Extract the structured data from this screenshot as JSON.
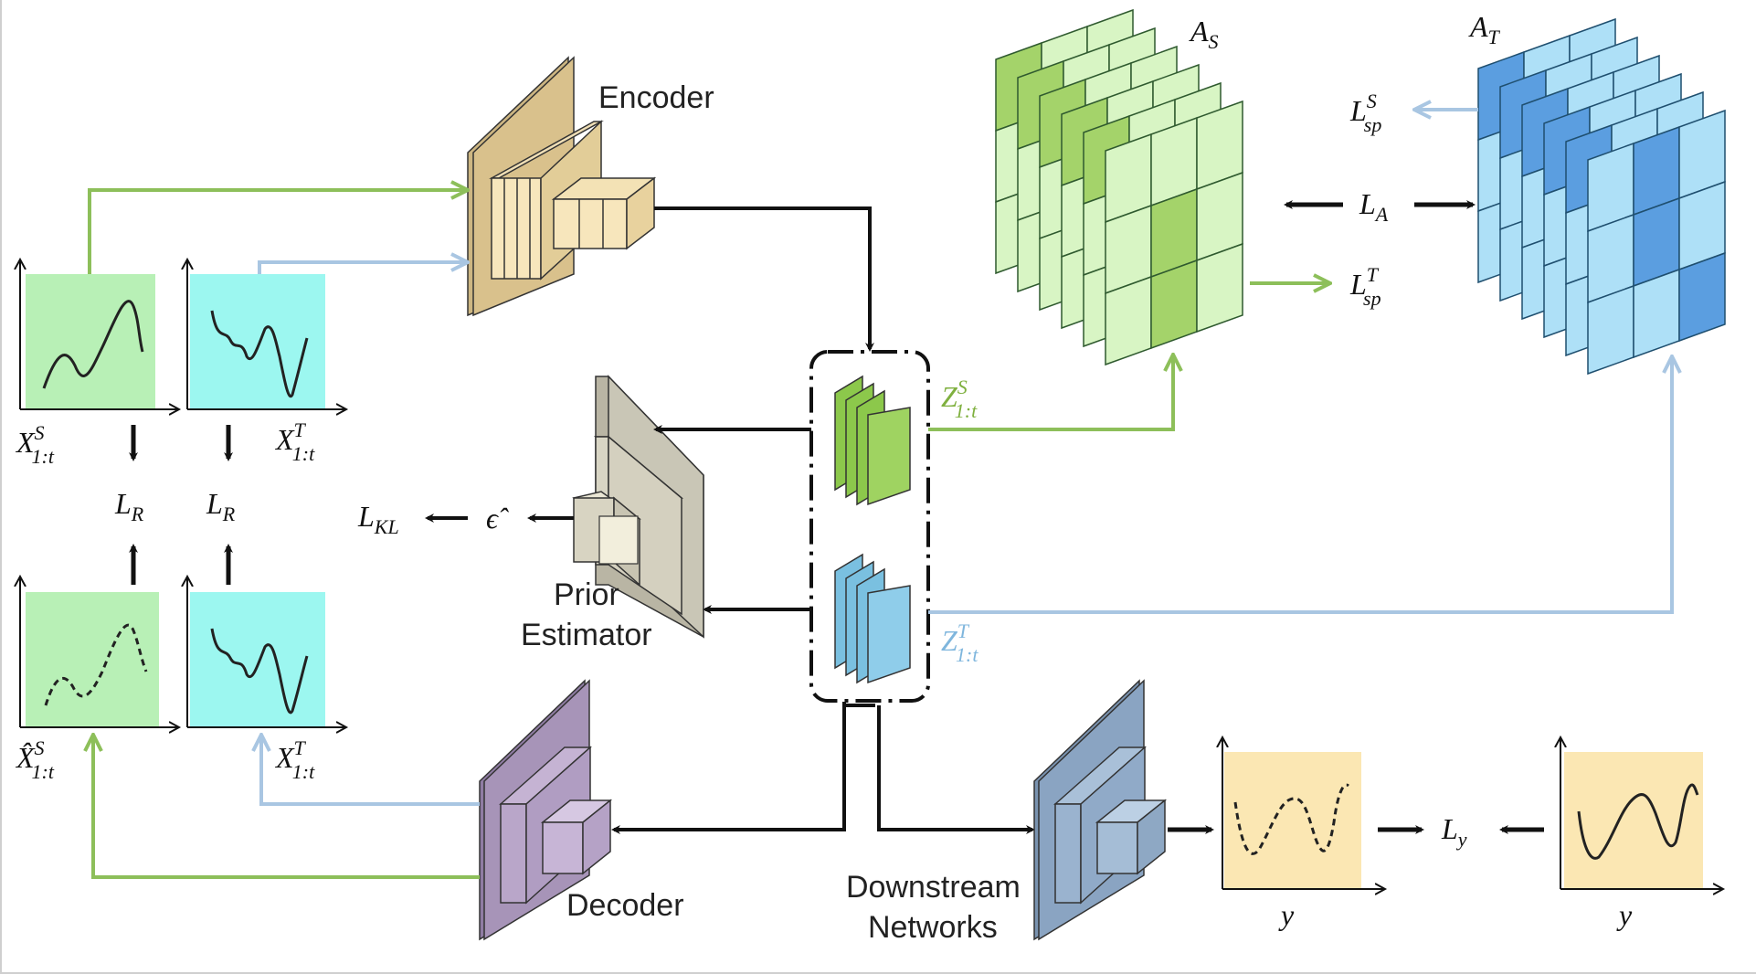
{
  "blocks": {
    "encoder": "Encoder",
    "prior_estimator_line1": "Prior",
    "prior_estimator_line2": "Estimator",
    "decoder": "Decoder",
    "downstream_line1": "Downstream",
    "downstream_line2": "Networks"
  },
  "math": {
    "x_source": {
      "base": "X",
      "sup": "S",
      "sub": "1:t"
    },
    "x_target": {
      "base": "X",
      "sup": "T",
      "sub": "1:t"
    },
    "x_source_hat": {
      "base": "X̂",
      "sup": "S",
      "sub": "1:t"
    },
    "x_target_recon": {
      "base": "X",
      "sup": "T",
      "sub": "1:t"
    },
    "loss_recon": {
      "base": "L",
      "sub": "R"
    },
    "loss_kl": {
      "base": "L",
      "sub": "KL"
    },
    "epsilon_hat": "ϵ̂",
    "z_source": {
      "base": "Z",
      "sup": "S",
      "sub": "1:t"
    },
    "z_target": {
      "base": "Z",
      "sup": "T",
      "sub": "1:t"
    },
    "a_source": {
      "base": "A",
      "sub": "S"
    },
    "a_target": {
      "base": "A",
      "sub": "T"
    },
    "loss_sp_source": {
      "base": "L",
      "sup": "S",
      "sub": "sp"
    },
    "loss_sp_target": {
      "base": "L",
      "sup": "T",
      "sub": "sp"
    },
    "loss_a": {
      "base": "L",
      "sub": "A"
    },
    "loss_y": {
      "base": "L",
      "sub": "y"
    },
    "y_pred": "y",
    "y_true": "y"
  },
  "colors": {
    "green_path": "#8dbf5a",
    "blue_path": "#a9c6e2",
    "z_source_text": "#7fb03f",
    "z_target_text": "#7fb6dd",
    "plot_green": "#b8f0b6",
    "plot_cyan": "#9cf7f0",
    "plot_yellow": "#fbe7b3",
    "encoder_fill": "#d9c18c",
    "prior_fill": "#c9c6b6",
    "decoder_fill": "#a794b8",
    "downstream_fill": "#8aa4c2",
    "as_light": "#d8f5c4",
    "as_dark": "#a4d36a",
    "at_light": "#aee0f7",
    "at_dark": "#5b9ee0"
  }
}
